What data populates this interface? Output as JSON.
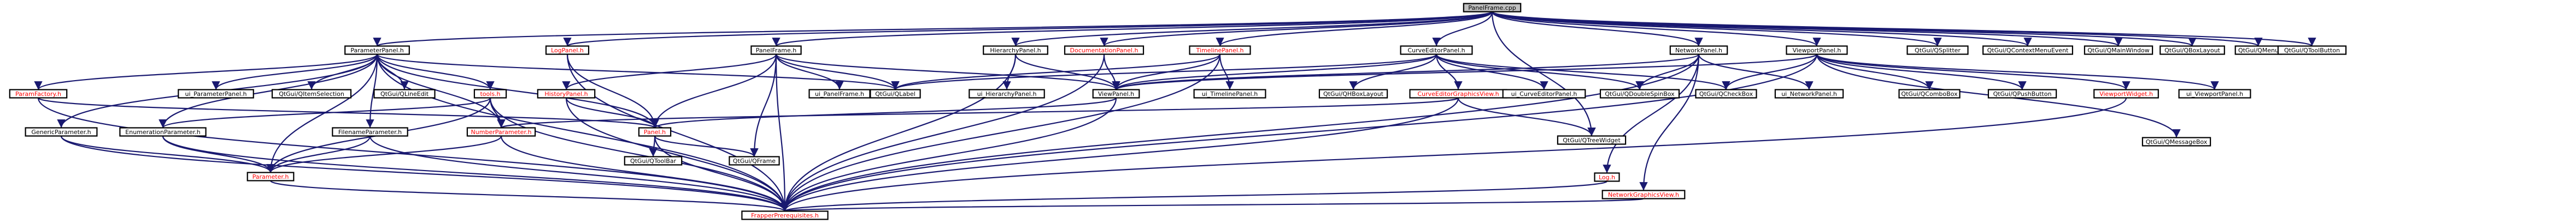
{
  "colors": {
    "edge": "#191970",
    "node_border": "#000000",
    "node_fill": "#ffffff",
    "root_fill": "#bfbfbf",
    "text": "#000000",
    "local_text": "#ff0000"
  },
  "nodes": [
    {
      "id": "root",
      "label": "PanelFrame.cpp",
      "root": true
    },
    {
      "id": "paramPanel",
      "label": "ParameterPanel.h",
      "local": true
    },
    {
      "id": "logPanel",
      "label": "LogPanel.h",
      "local": true,
      "red": true
    },
    {
      "id": "panelFrame",
      "label": "PanelFrame.h",
      "local": true
    },
    {
      "id": "hierPanel",
      "label": "HierarchyPanel.h",
      "local": true
    },
    {
      "id": "docPanel",
      "label": "DocumentationPanel.h",
      "local": true,
      "red": true
    },
    {
      "id": "tlPanel",
      "label": "TimelinePanel.h",
      "local": true,
      "red": true
    },
    {
      "id": "cePanel",
      "label": "CurveEditorPanel.h",
      "local": true
    },
    {
      "id": "netPanel",
      "label": "NetworkPanel.h",
      "local": true
    },
    {
      "id": "vpPanel",
      "label": "ViewportPanel.h",
      "local": true
    },
    {
      "id": "qsplitter",
      "label": "QtGui/QSplitter"
    },
    {
      "id": "qctx",
      "label": "QtGui/QContextMenuEvent"
    },
    {
      "id": "qmain",
      "label": "QtGui/QMainWindow"
    },
    {
      "id": "qbox",
      "label": "QtGui/QBoxLayout"
    },
    {
      "id": "qmenu",
      "label": "QtGui/QMenu"
    },
    {
      "id": "qtoolbtn",
      "label": "QtGui/QToolButton"
    },
    {
      "id": "paramFactory",
      "label": "ParamFactory.h",
      "local": true,
      "red": true
    },
    {
      "id": "uiParamPanel",
      "label": "ui_ParameterPanel.h"
    },
    {
      "id": "qitemsel",
      "label": "QtGui/QItemSelection"
    },
    {
      "id": "qlineedit",
      "label": "QtGui/QLineEdit"
    },
    {
      "id": "toolsH",
      "label": "tools.h",
      "local": true,
      "red": true
    },
    {
      "id": "historyPanel",
      "label": "HistoryPanel.h",
      "local": true,
      "red": true
    },
    {
      "id": "uiPanelFrame",
      "label": "ui_PanelFrame.h"
    },
    {
      "id": "qlabel",
      "label": "QtGui/QLabel"
    },
    {
      "id": "uiHierPanel",
      "label": "ui_HierarchyPanel.h"
    },
    {
      "id": "viewPanel",
      "label": "ViewPanel.h",
      "local": true
    },
    {
      "id": "uiTlPanel",
      "label": "ui_TimelinePanel.h"
    },
    {
      "id": "qhbox",
      "label": "QtGui/QHBoxLayout"
    },
    {
      "id": "ceGraphicsView",
      "label": "CurveEditorGraphicsView.h",
      "local": true,
      "red": true
    },
    {
      "id": "uiCePanel",
      "label": "ui_CurveEditorPanel.h"
    },
    {
      "id": "qdspin",
      "label": "QtGui/QDoubleSpinBox"
    },
    {
      "id": "qcheck",
      "label": "QtGui/QCheckBox"
    },
    {
      "id": "uiNetPanel",
      "label": "ui_NetworkPanel.h"
    },
    {
      "id": "qcombo",
      "label": "QtGui/QComboBox"
    },
    {
      "id": "qpush",
      "label": "QtGui/QPushButton"
    },
    {
      "id": "vpWidget",
      "label": "ViewportWidget.h",
      "local": true,
      "red": true
    },
    {
      "id": "uiVpPanel",
      "label": "ui_ViewportPanel.h"
    },
    {
      "id": "genericParam",
      "label": "GenericParameter.h",
      "local": true
    },
    {
      "id": "enumParam",
      "label": "EnumerationParameter.h",
      "local": true
    },
    {
      "id": "filenameParam",
      "label": "FilenameParameter.h",
      "local": true
    },
    {
      "id": "numberParam",
      "label": "NumberParameter.h",
      "local": true,
      "red": true
    },
    {
      "id": "panelH",
      "label": "Panel.h",
      "local": true,
      "red": true
    },
    {
      "id": "qtoolbar",
      "label": "QtGui/QToolBar"
    },
    {
      "id": "qframe",
      "label": "QtGui/QFrame"
    },
    {
      "id": "qtreewidget",
      "label": "QtGui/QTreeWidget"
    },
    {
      "id": "qmsgbox",
      "label": "QtGui/QMessageBox"
    },
    {
      "id": "parameterH",
      "label": "Parameter.h",
      "local": true,
      "red": true
    },
    {
      "id": "logH",
      "label": "Log.h",
      "local": true,
      "red": true
    },
    {
      "id": "netGraphicsView",
      "label": "NetworkGraphicsView.h",
      "local": true,
      "red": true
    },
    {
      "id": "frapper",
      "label": "FrapperPrerequisites.h",
      "local": true,
      "red": true
    }
  ],
  "edges": [
    [
      "root",
      "paramPanel"
    ],
    [
      "root",
      "logPanel"
    ],
    [
      "root",
      "panelFrame"
    ],
    [
      "root",
      "hierPanel"
    ],
    [
      "root",
      "docPanel"
    ],
    [
      "root",
      "tlPanel"
    ],
    [
      "root",
      "cePanel"
    ],
    [
      "root",
      "netPanel"
    ],
    [
      "root",
      "vpPanel"
    ],
    [
      "root",
      "qsplitter"
    ],
    [
      "root",
      "qctx"
    ],
    [
      "root",
      "qmain"
    ],
    [
      "root",
      "qbox"
    ],
    [
      "root",
      "qmenu"
    ],
    [
      "root",
      "qtoolbtn"
    ],
    [
      "root",
      "qtreewidget"
    ],
    [
      "paramPanel",
      "paramFactory"
    ],
    [
      "paramPanel",
      "uiParamPanel"
    ],
    [
      "paramPanel",
      "qitemsel"
    ],
    [
      "paramPanel",
      "qlineedit"
    ],
    [
      "paramPanel",
      "toolsH"
    ],
    [
      "paramPanel",
      "panelH"
    ],
    [
      "paramPanel",
      "genericParam"
    ],
    [
      "paramPanel",
      "enumParam"
    ],
    [
      "paramPanel",
      "filenameParam"
    ],
    [
      "paramPanel",
      "numberParam"
    ],
    [
      "paramPanel",
      "parameterH"
    ],
    [
      "paramPanel",
      "frapper"
    ],
    [
      "paramPanel",
      "qlabel"
    ],
    [
      "paramFactory",
      "panelH"
    ],
    [
      "paramFactory",
      "frapper"
    ],
    [
      "toolsH",
      "parameterH"
    ],
    [
      "toolsH",
      "numberParam"
    ],
    [
      "toolsH",
      "frapper"
    ],
    [
      "toolsH",
      "enumParam"
    ],
    [
      "logPanel",
      "panelH"
    ],
    [
      "logPanel",
      "frapper"
    ],
    [
      "panelFrame",
      "panelH"
    ],
    [
      "panelFrame",
      "uiPanelFrame"
    ],
    [
      "panelFrame",
      "qlabel"
    ],
    [
      "panelFrame",
      "viewPanel"
    ],
    [
      "panelFrame",
      "historyPanel"
    ],
    [
      "panelFrame",
      "qframe"
    ],
    [
      "panelFrame",
      "frapper"
    ],
    [
      "historyPanel",
      "panelH"
    ],
    [
      "historyPanel",
      "frapper"
    ],
    [
      "hierPanel",
      "uiHierPanel"
    ],
    [
      "hierPanel",
      "viewPanel"
    ],
    [
      "hierPanel",
      "frapper"
    ],
    [
      "docPanel",
      "viewPanel"
    ],
    [
      "docPanel",
      "frapper"
    ],
    [
      "tlPanel",
      "uiTlPanel"
    ],
    [
      "tlPanel",
      "viewPanel"
    ],
    [
      "tlPanel",
      "frapper"
    ],
    [
      "tlPanel",
      "qlabel"
    ],
    [
      "cePanel",
      "viewPanel"
    ],
    [
      "cePanel",
      "qhbox"
    ],
    [
      "cePanel",
      "ceGraphicsView"
    ],
    [
      "cePanel",
      "uiCePanel"
    ],
    [
      "cePanel",
      "qdspin"
    ],
    [
      "cePanel",
      "qcheck"
    ],
    [
      "cePanel",
      "qlabel"
    ],
    [
      "ceGraphicsView",
      "numberParam"
    ],
    [
      "ceGraphicsView",
      "frapper"
    ],
    [
      "ceGraphicsView",
      "qtreewidget"
    ],
    [
      "viewPanel",
      "panelH"
    ],
    [
      "viewPanel",
      "frapper"
    ],
    [
      "netPanel",
      "viewPanel"
    ],
    [
      "netPanel",
      "uiNetPanel"
    ],
    [
      "netPanel",
      "netGraphicsView"
    ],
    [
      "netPanel",
      "logH"
    ],
    [
      "netPanel",
      "qdspin"
    ],
    [
      "netPanel",
      "frapper"
    ],
    [
      "vpPanel",
      "viewPanel"
    ],
    [
      "vpPanel",
      "qcombo"
    ],
    [
      "vpPanel",
      "qpush"
    ],
    [
      "vpPanel",
      "vpWidget"
    ],
    [
      "vpPanel",
      "uiVpPanel"
    ],
    [
      "vpPanel",
      "qcheck"
    ],
    [
      "vpPanel",
      "qmsgbox"
    ],
    [
      "vpPanel",
      "frapper"
    ],
    [
      "vpWidget",
      "frapper"
    ],
    [
      "genericParam",
      "parameterH"
    ],
    [
      "genericParam",
      "frapper"
    ],
    [
      "enumParam",
      "parameterH"
    ],
    [
      "enumParam",
      "frapper"
    ],
    [
      "filenameParam",
      "parameterH"
    ],
    [
      "filenameParam",
      "frapper"
    ],
    [
      "numberParam",
      "parameterH"
    ],
    [
      "numberParam",
      "frapper"
    ],
    [
      "panelH",
      "qtoolbar"
    ],
    [
      "panelH",
      "qframe"
    ],
    [
      "panelH",
      "frapper"
    ],
    [
      "parameterH",
      "frapper"
    ],
    [
      "logH",
      "frapper"
    ],
    [
      "netGraphicsView",
      "frapper"
    ]
  ]
}
